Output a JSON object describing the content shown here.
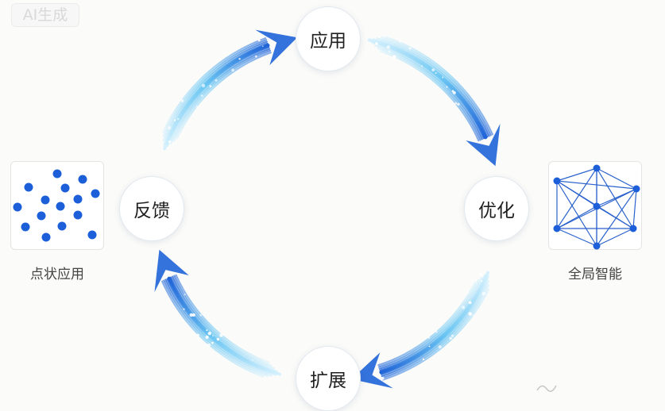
{
  "watermark": {
    "text": "AI生成"
  },
  "cycle": {
    "nodes": {
      "top": "应用",
      "right": "优化",
      "bottom": "扩展",
      "left": "反馈"
    }
  },
  "panels": {
    "left": {
      "caption": "点状应用",
      "icon": "scattered-dots-icon"
    },
    "right": {
      "caption": "全局智能",
      "icon": "network-graph-icon"
    }
  },
  "colors": {
    "arrow_light": "#cfeefc",
    "arrow_mid": "#5fc0f2",
    "arrow_dark": "#1e63d8",
    "dot_blue": "#1d5fd9",
    "node_text": "#1f1f1f",
    "caption_text": "#444444"
  }
}
